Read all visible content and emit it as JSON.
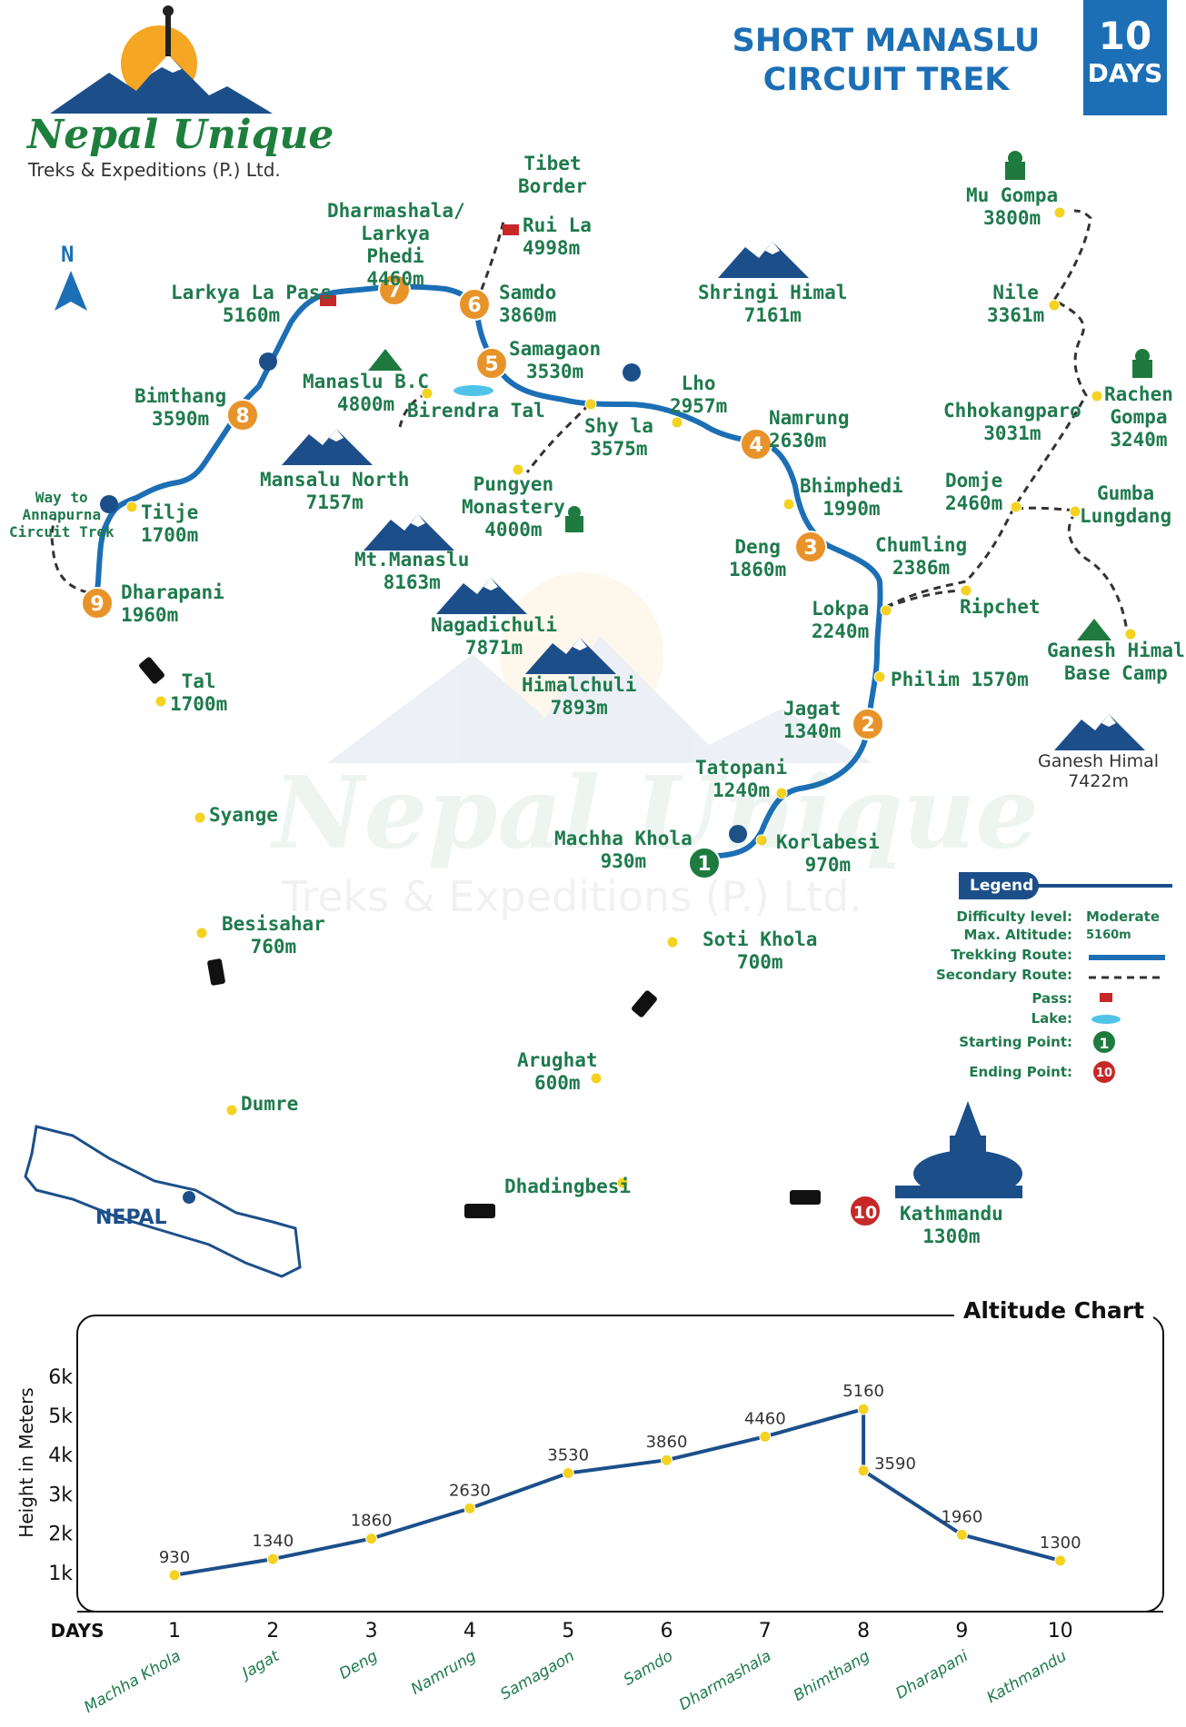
{
  "logo": {
    "name": "Nepal Unique",
    "subtitle": "Treks & Expeditions (P.) Ltd."
  },
  "title": {
    "line1": "SHORT MANASLU",
    "line2": "CIRCUIT TREK",
    "days_number": "10",
    "days_label": "DAYS"
  },
  "north_label": "N",
  "colors": {
    "trek_route": "#1c6fb5",
    "dark_blue": "#1c4f8a",
    "label_green": "#1f7a4d",
    "stop_orange": "#e8932a",
    "start_green": "#1e7a3e",
    "end_red": "#c62828",
    "waypoint_yellow": "#f4d21f",
    "road": "#222222"
  },
  "stops": [
    {
      "num": "1",
      "name": "Machha Khola",
      "alt": "930m",
      "kind": "start"
    },
    {
      "num": "2",
      "name": "Jagat",
      "alt": "1340m",
      "kind": "stop"
    },
    {
      "num": "3",
      "name": "Deng",
      "alt": "1860m",
      "kind": "stop"
    },
    {
      "num": "4",
      "name": "Namrung",
      "alt": "2630m",
      "kind": "stop"
    },
    {
      "num": "5",
      "name": "Samagaon",
      "alt": "3530m",
      "kind": "stop"
    },
    {
      "num": "6",
      "name": "Samdo",
      "alt": "3860m",
      "kind": "stop"
    },
    {
      "num": "7",
      "name": "Dharmashala/ Larkya Phedi",
      "alt": "4460m",
      "kind": "stop"
    },
    {
      "num": "8",
      "name": "Bimthang",
      "alt": "3590m",
      "kind": "stop"
    },
    {
      "num": "9",
      "name": "Dharapani",
      "alt": "1960m",
      "kind": "stop"
    },
    {
      "num": "10",
      "name": "Kathmandu",
      "alt": "1300m",
      "kind": "end"
    }
  ],
  "labels": {
    "tibet_border": {
      "l1": "Tibet",
      "l2": "Border"
    },
    "rui_la": {
      "l1": "Rui La",
      "l2": "4998m"
    },
    "larkya_la": {
      "l1": "Larkya La Pass",
      "l2": "5160m"
    },
    "manaslu_bc": {
      "l1": "Manaslu B.C",
      "l2": "4800m"
    },
    "birendra_tal": "Birendra Tal",
    "shy_la": {
      "l1": "Shy la",
      "l2": "3575m"
    },
    "lho": {
      "l1": "Lho",
      "l2": "2957m"
    },
    "pungyen": {
      "l1": "Pungyen",
      "l2": "Monastery",
      "l3": "4000m"
    },
    "bhimphedi": {
      "l1": "Bhimphedi",
      "l2": "1990m"
    },
    "lokpa": {
      "l1": "Lokpa",
      "l2": "2240m"
    },
    "philim": "Philim 1570m",
    "tatopani": {
      "l1": "Tatopani",
      "l2": "1240m"
    },
    "korlabesi": {
      "l1": "Korlabesi",
      "l2": "970m"
    },
    "soti_khola": {
      "l1": "Soti Khola",
      "l2": "700m"
    },
    "arughat": {
      "l1": "Arughat",
      "l2": "600m"
    },
    "dhadingbesi": "Dhadingbesi",
    "dumre": "Dumre",
    "besisahar": {
      "l1": "Besisahar",
      "l2": "760m"
    },
    "syange": "Syange",
    "tal": {
      "l1": "Tal",
      "l2": "1700m"
    },
    "tilje": {
      "l1": "Tilje",
      "l2": "1700m"
    },
    "annapurna": {
      "l1": "Way to",
      "l2": "Annapurna",
      "l3": "Circuit Trek"
    },
    "mu_gompa": {
      "l1": "Mu Gompa",
      "l2": "3800m"
    },
    "nile": {
      "l1": "Nile",
      "l2": "3361m"
    },
    "chhokangparo": {
      "l1": "Chhokangparo",
      "l2": "3031m"
    },
    "rachen": {
      "l1": "Rachen",
      "l2": "Gompa",
      "l3": "3240m"
    },
    "domje": {
      "l1": "Domje",
      "l2": "2460m"
    },
    "gumba": {
      "l1": "Gumba",
      "l2": "Lungdang"
    },
    "chumling": {
      "l1": "Chumling",
      "l2": "2386m"
    },
    "ripchet": "Ripchet",
    "ganesh_bc": {
      "l1": "Ganesh Himal",
      "l2": "Base Camp"
    },
    "nepal": "NEPAL"
  },
  "peaks": [
    {
      "name": "Shringi Himal",
      "alt": "7161m"
    },
    {
      "name": "Mansalu North",
      "alt": "7157m"
    },
    {
      "name": "Mt.Manaslu",
      "alt": "8163m"
    },
    {
      "name": "Nagadichuli",
      "alt": "7871m"
    },
    {
      "name": "Himalchuli",
      "alt": "7893m"
    },
    {
      "name": "Ganesh Himal",
      "alt": "7422m"
    }
  ],
  "legend": {
    "title": "Legend",
    "difficulty_label": "Difficulty level:",
    "difficulty_value": "Moderate",
    "altitude_label": "Max. Altitude:",
    "altitude_value": "5160m",
    "trekking_route": "Trekking Route:",
    "secondary_route": "Secondary Route:",
    "pass": "Pass:",
    "lake": "Lake:",
    "starting_point": "Starting Point:",
    "ending_point": "Ending Point:",
    "start_num": "1",
    "end_num": "10"
  },
  "watermark": {
    "name": "Nepal Unique",
    "sub": "Treks & Expeditions (P.) Ltd."
  },
  "chart_data": {
    "type": "line",
    "title": "Altitude Chart",
    "xlabel": "DAYS",
    "ylabel": "Height in Meters",
    "ylim": [
      0,
      6000
    ],
    "yticks": [
      "1k",
      "2k",
      "3k",
      "4k",
      "5k",
      "6k"
    ],
    "ytick_values": [
      1000,
      2000,
      3000,
      4000,
      5000,
      6000
    ],
    "x": [
      1,
      2,
      3,
      4,
      5,
      6,
      7,
      8,
      8,
      9,
      10
    ],
    "y": [
      930,
      1340,
      1860,
      2630,
      3530,
      3860,
      4460,
      5160,
      3590,
      1960,
      1300
    ],
    "point_labels": [
      "930",
      "1340",
      "1860",
      "2630",
      "3530",
      "3860",
      "4460",
      "5160",
      "3590",
      "1960",
      "1300"
    ],
    "day_ticks": [
      "1",
      "2",
      "3",
      "4",
      "5",
      "6",
      "7",
      "8",
      "9",
      "10"
    ],
    "places": [
      "Machha Khola",
      "Jagat",
      "Deng",
      "Namrung",
      "Samagaon",
      "Samdo",
      "Dharmashala",
      "Bhimthang",
      "Dharapani",
      "Kathmandu"
    ],
    "grid": false
  }
}
